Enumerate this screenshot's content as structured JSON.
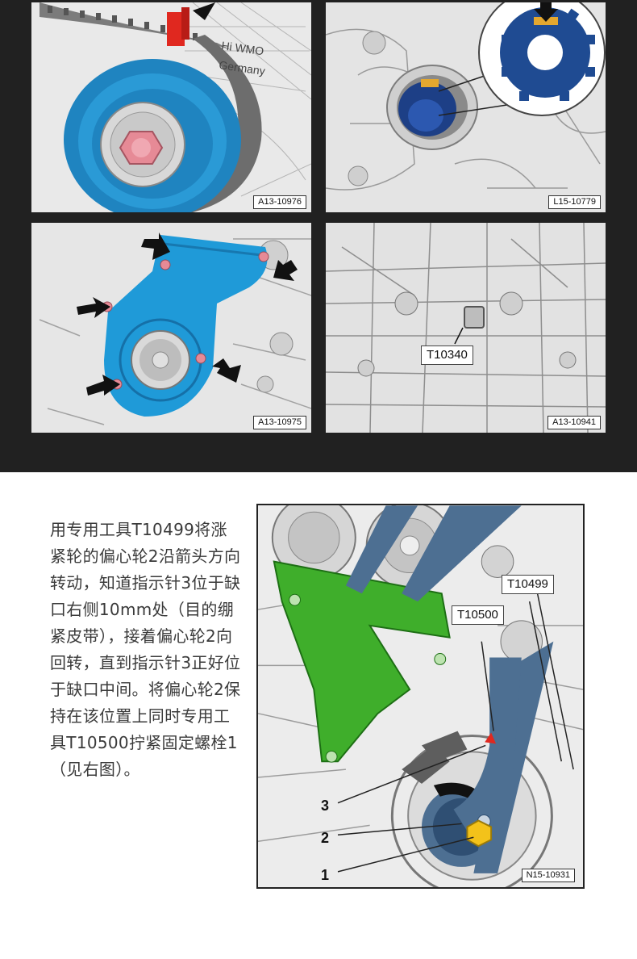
{
  "figures": [
    {
      "ref": "A13-10976"
    },
    {
      "ref": "L15-10779"
    },
    {
      "ref": "A13-10975"
    },
    {
      "ref": "A13-10941",
      "tool": "T10340"
    }
  ],
  "figure1_casting_text": [
    "Hi WMO",
    "Germany"
  ],
  "instruction_text": "用专用工具T10499将涨紧轮的偏心轮2沿箭头方向转动，知道指示针3位于缺口右侧10mm处（目的绷紧皮带），接着偏心轮2向回转，直到指示针3正好位于缺口中间。将偏心轮2保持在该位置上同时专用工具T10500拧紧固定螺栓1（见右图）。",
  "diagram": {
    "tools": [
      "T10499",
      "T10500"
    ],
    "callouts": [
      "3",
      "2",
      "1"
    ],
    "ref": "N15-10931"
  },
  "colors": {
    "background": "#ffffff",
    "dark_band": "#212121",
    "highlight_blue": "#1f84c0",
    "tool_blue": "#4d6f92",
    "bracket_green": "#3fae2b",
    "bolt_pink": "#e68a96",
    "bolt_yellow": "#f3c21a",
    "marker_red": "#e0281f"
  }
}
